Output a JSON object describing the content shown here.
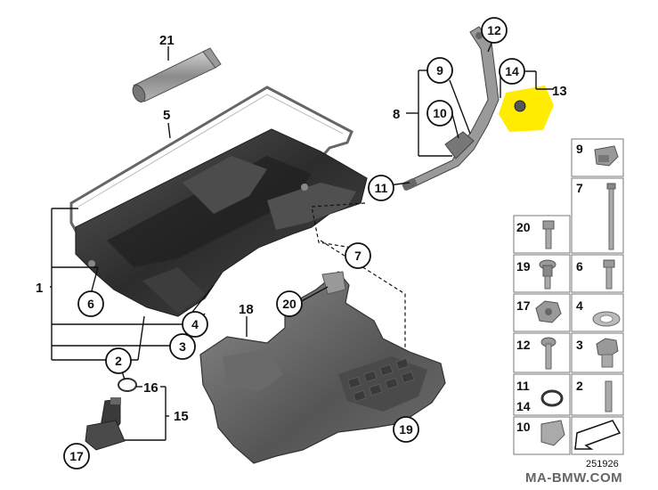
{
  "callouts": {
    "c21": "21",
    "c5": "5",
    "c12": "12",
    "c9": "9",
    "c14": "14",
    "c13": "13",
    "c8": "8",
    "c10": "10",
    "c11": "11",
    "c7": "7",
    "c1": "1",
    "c6": "6",
    "c4": "4",
    "c3": "3",
    "c20": "20",
    "c18": "18",
    "c2": "2",
    "c16": "16",
    "c15": "15",
    "c17": "17",
    "c19": "19"
  },
  "legend": {
    "rows": [
      {
        "left": "9"
      },
      {
        "left": "7"
      },
      {
        "left": "20",
        "right": ""
      },
      {
        "left": "19",
        "right": "6"
      },
      {
        "left": "17",
        "right": "4"
      },
      {
        "left": "12",
        "right": "3"
      },
      {
        "left": "11",
        "left2": "14",
        "right": "2"
      },
      {
        "left": "10",
        "right": ""
      }
    ]
  },
  "diagram_number": "251926",
  "watermark": "MA-BMW.COM",
  "colors": {
    "highlight": "#ffec00",
    "part_dark": "#3a3a3a",
    "part_mid": "#7a7a7a"
  }
}
